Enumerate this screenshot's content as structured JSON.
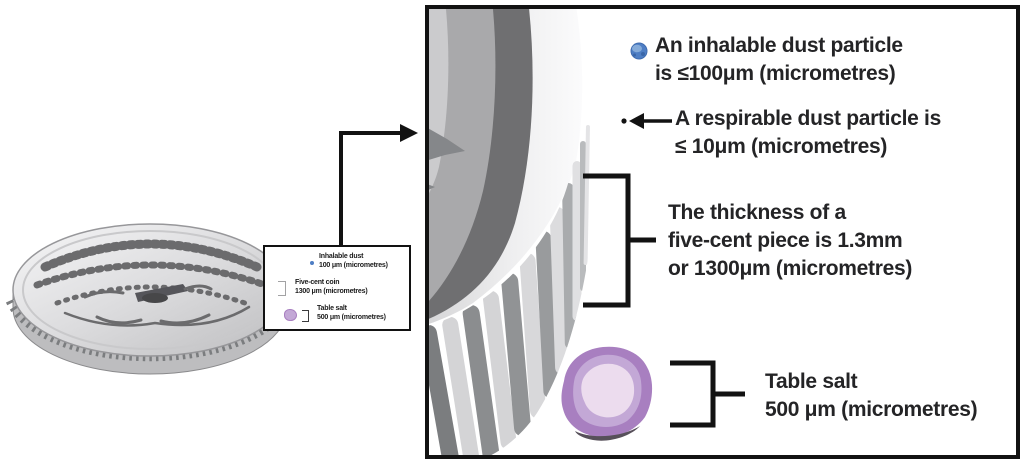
{
  "panel": {
    "annotations": {
      "inhalable": {
        "icon": "inhalable-dust-particle",
        "lines": [
          "An inhalable dust particle",
          "is ≤100μm (micrometres)"
        ]
      },
      "respirable": {
        "icon": "respirable-dust-particle",
        "lines": [
          "A respirable dust particle is",
          "≤ 10μm (micrometres)"
        ]
      },
      "five_cent_thickness": {
        "lines": [
          "The thickness of a",
          "five-cent piece is 1.3mm",
          "or 1300μm (micrometres)"
        ]
      },
      "table_salt": {
        "icon": "table-salt-crystal",
        "lines": [
          "Table salt",
          "500 μm (micrometres)"
        ]
      }
    }
  },
  "mini_legend": {
    "rows": [
      {
        "icon": "inhalable-dust-dot",
        "label": "Inhalable dust",
        "value": "100 μm (micrometres)"
      },
      {
        "icon": "five-cent-bracket",
        "label": "Five-cent coin",
        "value": "1300 μm (micrometres)"
      },
      {
        "icon": "salt-crystal",
        "label": "Table salt",
        "value": "500 μm (micrometres)"
      }
    ]
  },
  "colors": {
    "text": "#242426",
    "line": "#121212",
    "dust_blue": "#4e7ec4",
    "salt_purple_outer": "#a87fc0",
    "salt_purple_mid": "#c3a8d6",
    "salt_purple_inner": "#ecdcee",
    "coin_face": "#cbcbcd",
    "coin_band_medium": "#a9a9ab",
    "coin_band_dark": "#6f6f71"
  }
}
